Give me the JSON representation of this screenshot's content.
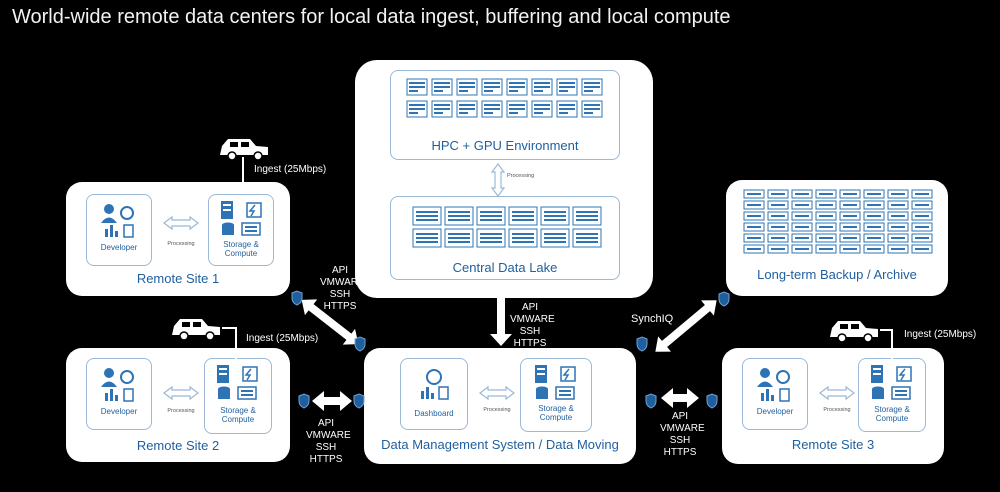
{
  "title": "World-wide remote data centers for local data ingest, buffering and local compute",
  "remote_site_1": {
    "name": "Remote Site 1",
    "left_box": "Developer",
    "right_box": "Storage & Compute",
    "link": "Processing"
  },
  "remote_site_2": {
    "name": "Remote Site 2",
    "left_box": "Developer",
    "right_box": "Storage & Compute",
    "link": "Processing"
  },
  "remote_site_3": {
    "name": "Remote Site 3",
    "left_box": "Developer",
    "right_box": "Storage & Compute",
    "link": "Processing"
  },
  "dms": {
    "name": "Data Management System / Data Moving",
    "left_box": "Dashboard",
    "right_box": "Storage & Compute",
    "link": "Processing"
  },
  "hpc": {
    "name": "HPC + GPU Environment",
    "link": "Processing"
  },
  "lake": {
    "name": "Central Data Lake"
  },
  "archive": {
    "name": "Long-term Backup / Archive"
  },
  "ingest": {
    "site1": "Ingest (25Mbps)",
    "site2": "Ingest (25Mbps)",
    "site3": "Ingest (25Mbps)"
  },
  "protocols": {
    "site1": [
      "API",
      "VMWARE",
      "SSH",
      "HTTPS"
    ],
    "lake": [
      "API",
      "VMWARE",
      "SSH",
      "HTTPS"
    ],
    "site2": [
      "API",
      "VMWARE",
      "SSH",
      "HTTPS"
    ],
    "site3": [
      "API",
      "VMWARE",
      "SSH",
      "HTTPS"
    ]
  },
  "synch": "SynchIQ",
  "colors": {
    "accent": "#1f5f9e",
    "icon": "#2e74b5",
    "border": "#9bb9d6",
    "background": "#000000"
  }
}
